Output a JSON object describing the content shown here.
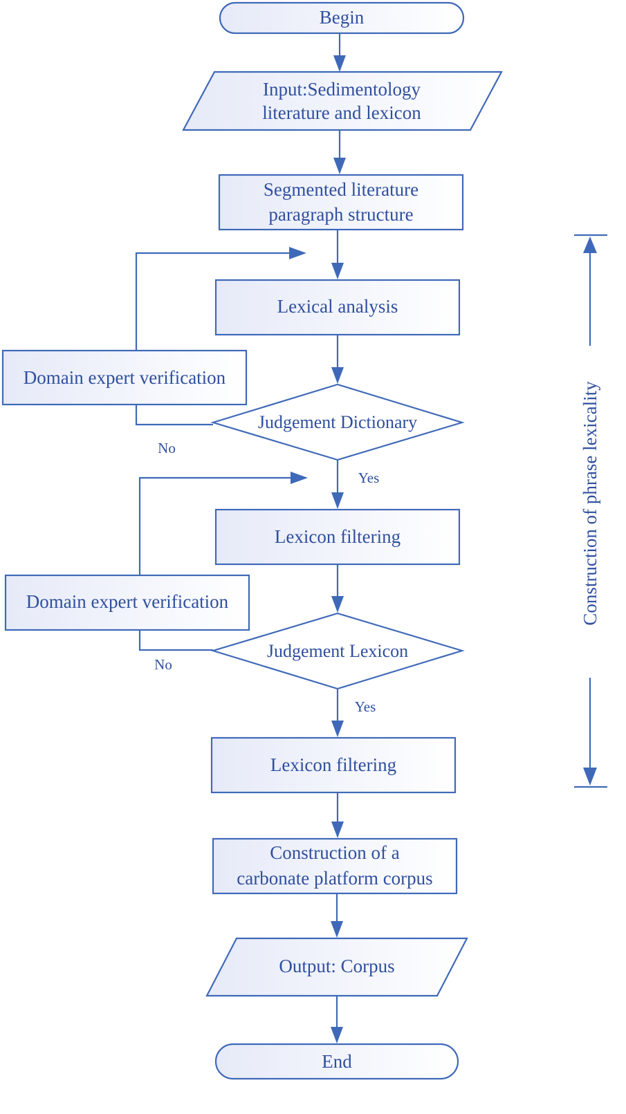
{
  "nodes": {
    "begin": "Begin",
    "input_line1": "Input:Sedimentology",
    "input_line2": "literature and lexicon",
    "segmented_line1": "Segmented literature",
    "segmented_line2": "paragraph structure",
    "lexical_analysis": "Lexical analysis",
    "expert1": "Domain expert verification",
    "judgement_dictionary": "Judgement Dictionary",
    "lexicon_filtering_1": "Lexicon filtering",
    "expert2": "Domain expert verification",
    "judgement_lexicon": "Judgement Lexicon",
    "lexicon_filtering_2": "Lexicon filtering",
    "corpus_line1": "Construction of a",
    "corpus_line2": "carbonate platform corpus",
    "output": "Output: Corpus",
    "end": "End"
  },
  "edge_labels": {
    "no_1": "No",
    "yes_1": "Yes",
    "no_2": "No",
    "yes_2": "Yes"
  },
  "side_label": "Construction of phrase lexicality",
  "colors": {
    "stroke": "#3f69b8",
    "text": "#2f4f9e",
    "fill_light": "#eef1fb",
    "fill_white": "#ffffff"
  }
}
